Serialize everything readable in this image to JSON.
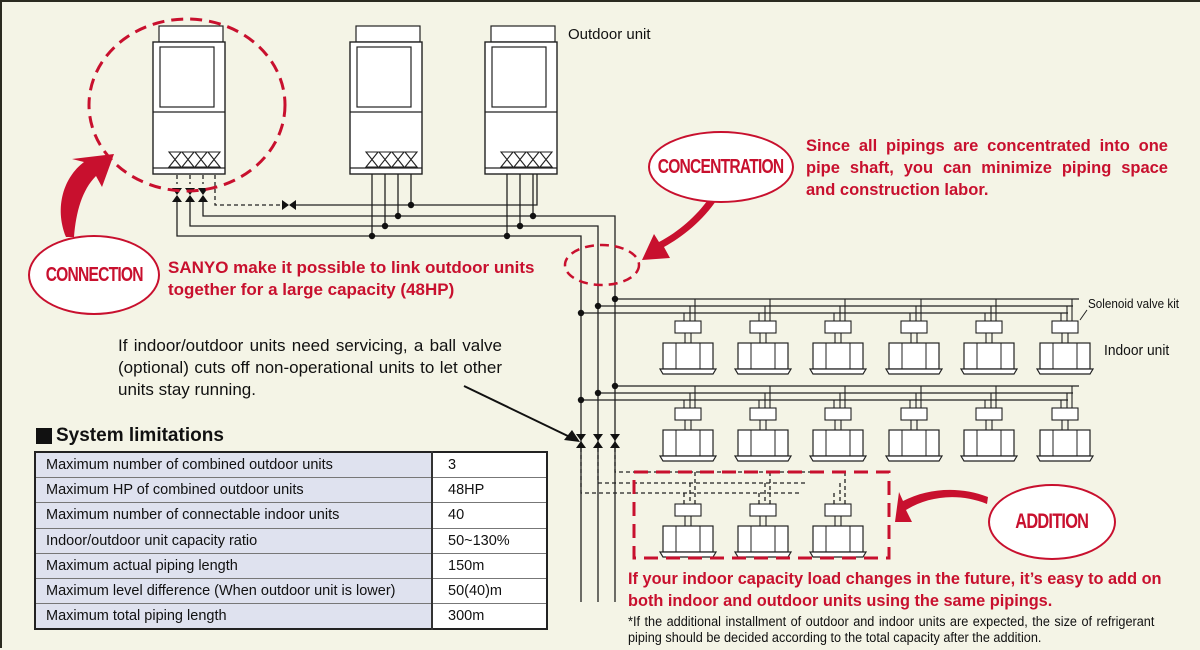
{
  "labels": {
    "outdoor_unit": "Outdoor unit",
    "solenoid_valve_kit": "Solenoid valve kit",
    "indoor_unit": "Indoor unit"
  },
  "callouts": {
    "connection": {
      "badge": "CONNECTION",
      "text": "SANYO make it possible to link outdoor units together for a large capacity (48HP)"
    },
    "concentration": {
      "badge": "CONCENTRATION",
      "text": "Since all pipings are concentrated into one pipe shaft, you can minimize piping space and construction labor."
    },
    "addition": {
      "badge": "ADDITION",
      "text": "If your indoor capacity load changes in the future, it’s easy to add on both indoor and outdoor units using the same pipings.",
      "note": "*If the additional installment of outdoor and indoor units are expected, the size of refrigerant piping should be decided according to the total capacity after the addition."
    },
    "ball_valve": {
      "text": "If indoor/outdoor units need servicing, a ball valve (optional) cuts off non-operational units to let other units stay running."
    }
  },
  "system_limitations": {
    "title": "System limitations",
    "rows": [
      {
        "item": "Maximum number of combined outdoor units",
        "value": "3"
      },
      {
        "item": "Maximum HP of combined outdoor units",
        "value": "48HP"
      },
      {
        "item": "Maximum number of connectable indoor units",
        "value": "40"
      },
      {
        "item": "Indoor/outdoor unit capacity ratio",
        "value": "50~130%"
      },
      {
        "item": "Maximum actual piping length",
        "value": "150m"
      },
      {
        "item": "Maximum level difference (When outdoor unit is lower)",
        "value": "50(40)m"
      },
      {
        "item": "Maximum total piping length",
        "value": "300m"
      }
    ]
  },
  "diagram": {
    "outdoor_units": 3,
    "indoor_rows": [
      {
        "units": 6,
        "type": "existing"
      },
      {
        "units": 6,
        "type": "existing"
      },
      {
        "units": 3,
        "type": "addition"
      }
    ],
    "colors": {
      "accent_red": "#c8102e",
      "line": "#222222",
      "background": "#f4f4e6",
      "table_key_bg": "#dfe2ef"
    }
  }
}
